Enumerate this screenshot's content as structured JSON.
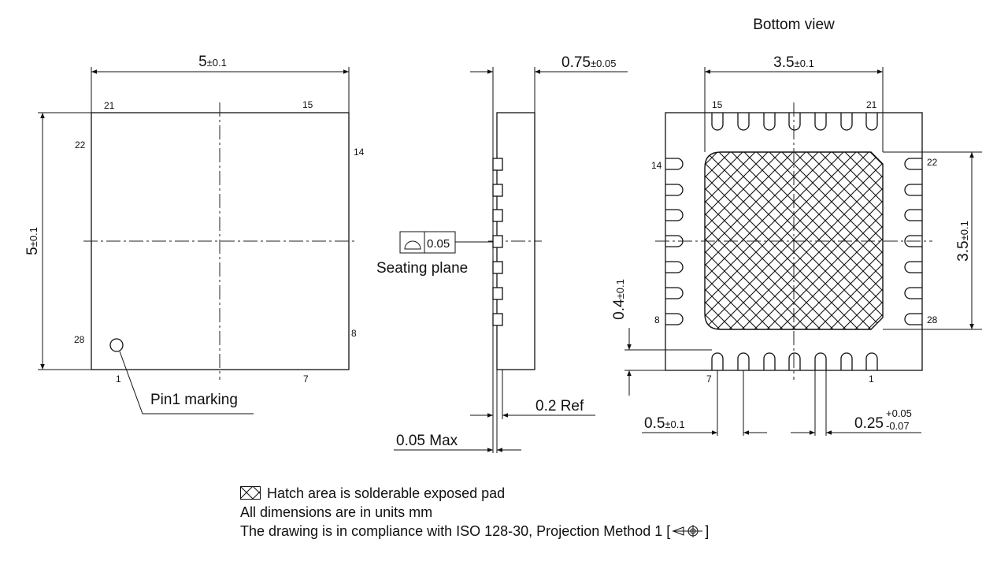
{
  "views": {
    "bottom_view_title": "Bottom view",
    "seating_plane": "Seating plane",
    "pin1_marking": "Pin1 marking",
    "flatness_value": "0.05"
  },
  "dimensions": {
    "top_width": "5",
    "top_width_tol": "±0.1",
    "top_height": "5",
    "top_height_tol": "±0.1",
    "thickness": "0.75",
    "thickness_tol": "±0.05",
    "ref_thickness": "0.2 Ref",
    "standoff": "0.05 Max",
    "pad_width": "3.5",
    "pad_width_tol": "±0.1",
    "pad_height": "3.5",
    "pad_height_tol": "±0.1",
    "lead_length": "0.4",
    "lead_length_tol": "±0.1",
    "pitch": "0.5",
    "pitch_tol": "±0.1",
    "lead_width": "0.25",
    "lead_width_tol_plus": "+0.05",
    "lead_width_tol_minus": "-0.07"
  },
  "pin_labels_top": {
    "p21": "21",
    "p15": "15",
    "p22": "22",
    "p14": "14",
    "p28": "28",
    "p8": "8",
    "p1": "1",
    "p7": "7"
  },
  "pin_labels_bottom": {
    "p15": "15",
    "p21": "21",
    "p14": "14",
    "p22": "22",
    "p8": "8",
    "p28": "28",
    "p7": "7",
    "p1": "1"
  },
  "notes": {
    "hatch_note": "Hatch area is solderable exposed pad",
    "units_note": "All dimensions are in units mm",
    "compliance_note": "The drawing is in compliance with ISO 128-30, Projection Method 1 [",
    "compliance_close": "]"
  }
}
